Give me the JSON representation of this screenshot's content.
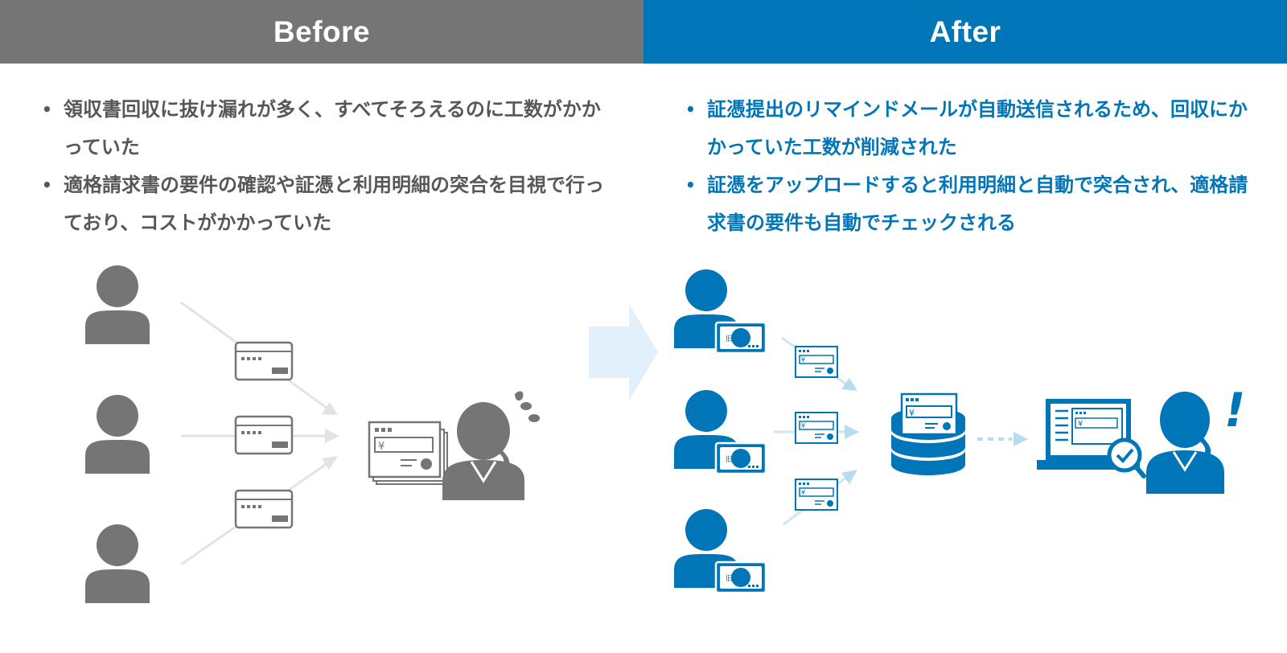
{
  "colors": {
    "before_header": "#757575",
    "after_header": "#0076b8",
    "before_gray": "#757575",
    "after_blue": "#0076b8",
    "light_blue": "#e1f0fa"
  },
  "before": {
    "title": "Before",
    "bullets": [
      "領収書回収に抜け漏れが多く、すべてそろえるのに工数がかかっていた",
      "適格請求書の要件の確認や証憑と利用明細の突合を目視で行っており、コストがかかっていた"
    ],
    "icons": [
      "person-icon",
      "credit-card-icon",
      "receipt-document-icon",
      "worried-woman-icon"
    ]
  },
  "after": {
    "title": "After",
    "bullets": [
      "証憑提出のリマインドメールが自動送信されるため、回収にかかっていた工数が削減された",
      "証憑をアップロードすると利用明細と自動で突合され、適格請求書の要件も自動でチェックされる"
    ],
    "icons": [
      "person-with-card-icon",
      "receipt-icon",
      "database-icon",
      "laptop-check-icon",
      "woman-exclamation-icon"
    ],
    "card_glyph": "旧",
    "yen_glyph": "¥",
    "exclamation": "!"
  }
}
